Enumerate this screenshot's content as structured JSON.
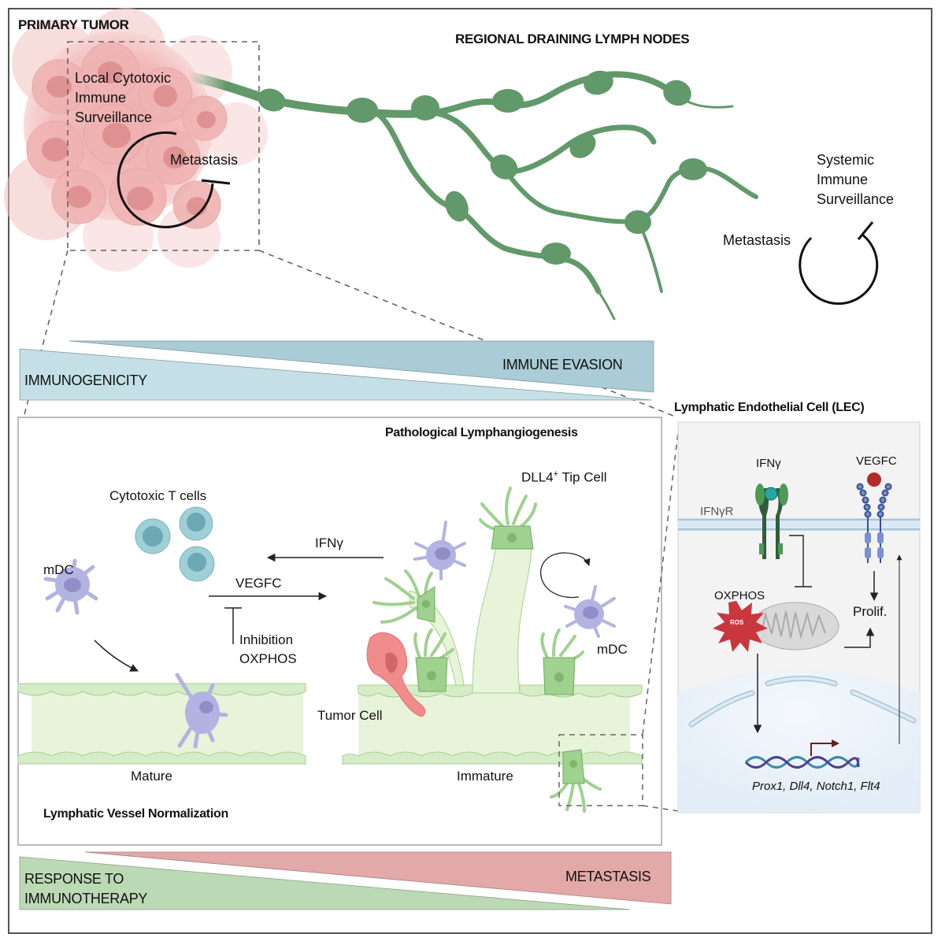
{
  "top": {
    "primary_tumor_title": "PRIMARY TUMOR",
    "lymph_nodes_title": "REGIONAL DRAINING LYMPH NODES",
    "local_surveillance_label": "Local Cytotoxic\nImmune\nSurveillance",
    "local_metastasis_label": "Metastasis",
    "systemic_surveillance_label": "Systemic\nImmune\nSurveillance",
    "systemic_metastasis_label": "Metastasis"
  },
  "gradients": {
    "top_left_label": "IMMUNOGENICITY",
    "top_right_label": "IMMUNE EVASION",
    "bottom_left_label": "RESPONSE TO\nIMMUNOTHERAPY",
    "bottom_right_label": "METASTASIS",
    "colors": {
      "immunogenicity": "#c4e0e6",
      "immune_evasion": "#a9ccd6",
      "response": "#bcd9b5",
      "metastasis": "#e3a8a8"
    }
  },
  "main_panel": {
    "title": "Pathological Lymphangiogenesis",
    "footer_title": "Lymphatic Vessel Normalization",
    "cytotoxic_label": "Cytotoxic T cells",
    "mdc_left_label": "mDC",
    "mdc_right_label": "mDC",
    "ifng_arrow_label": "IFNγ",
    "vegfc_arrow_label": "VEGFC",
    "inhibition_label": "Inhibition\nOXPHOS",
    "tip_cell_label": "DLL4",
    "tip_cell_sup": "+",
    "tip_cell_suffix": " Tip Cell",
    "tumor_cell_label": "Tumor Cell",
    "mature_label": "Mature",
    "immature_label": "Immature"
  },
  "lec_panel": {
    "title": "Lymphatic Endothelial Cell (LEC)",
    "ifng_label": "IFNγ",
    "ifngr_label": "IFNγR",
    "vegfc_label": "VEGFC",
    "oxphos_label": "OXPHOS",
    "ros_label": "ROS",
    "prolif_label": "Prolif.",
    "genes_label": "Prox1, Dll4, Notch1, Flt4"
  },
  "colors": {
    "lymph_green": "#62996a",
    "vessel_fill": "#e8f4d9",
    "vessel_cell": "#d6ecc6",
    "tip_cell": "#9fd18f",
    "mdc_purple": "#b3b3e3",
    "tcell_teal": "#8ec6cf",
    "tumor_pink": "#f2b8b8",
    "ros_red": "#c7373d",
    "vegfc_red": "#b22a2a",
    "receptor_blue": "#5e7fc4"
  }
}
